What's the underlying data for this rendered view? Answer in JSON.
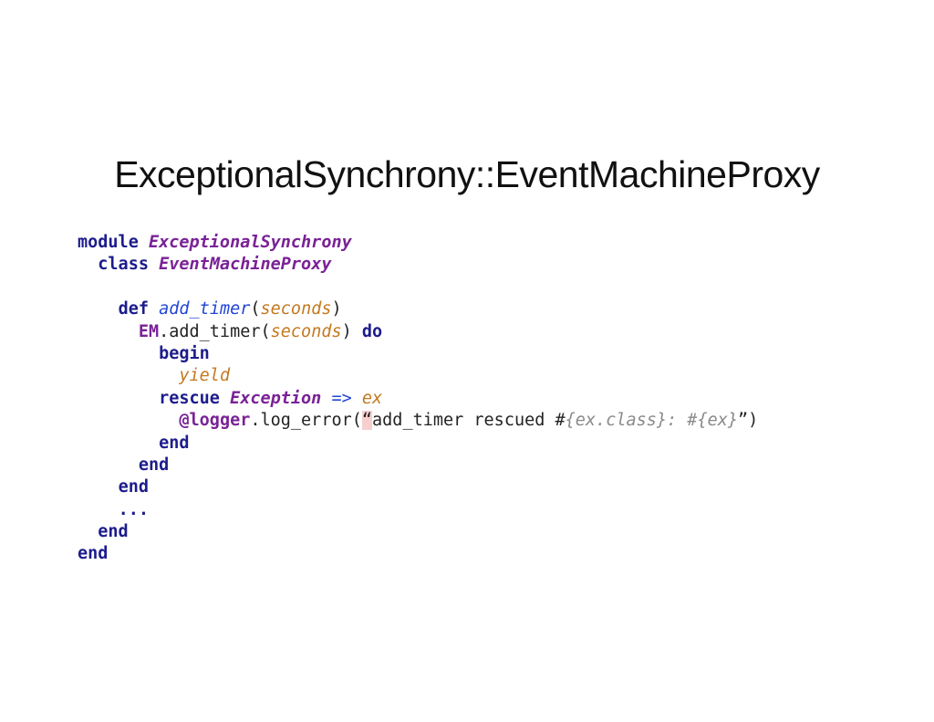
{
  "slide": {
    "title": "ExceptionalSynchrony::EventMachineProxy"
  },
  "code": {
    "l1": {
      "kw": "module",
      "name": "ExceptionalSynchrony"
    },
    "l2": {
      "kw": "class",
      "name": "EventMachineProxy"
    },
    "l3": {
      "kw": "def",
      "fn": "add_timer",
      "open": "(",
      "arg": "seconds",
      "close": ")"
    },
    "l4": {
      "const": "EM",
      "call": ".add_timer(",
      "arg": "seconds",
      "close": ")",
      "kw": "do"
    },
    "l5": {
      "kw": "begin"
    },
    "l6": {
      "arg": "yield"
    },
    "l7": {
      "kw": "rescue",
      "name": "Exception",
      "op": "=>",
      "arg": "ex"
    },
    "l8": {
      "ivar": "@logger",
      "call": ".log_error(",
      "open_quote": "“",
      "text": "add_timer rescued #",
      "interp1": "{ex.class}: #{ex}",
      "close": "”)"
    },
    "l9": {
      "kw": "end"
    },
    "l10": {
      "kw": "end"
    },
    "l11": {
      "kw": "end"
    },
    "l12": {
      "text": "..."
    },
    "l13": {
      "kw": "end"
    },
    "l14": {
      "kw": "end"
    }
  }
}
